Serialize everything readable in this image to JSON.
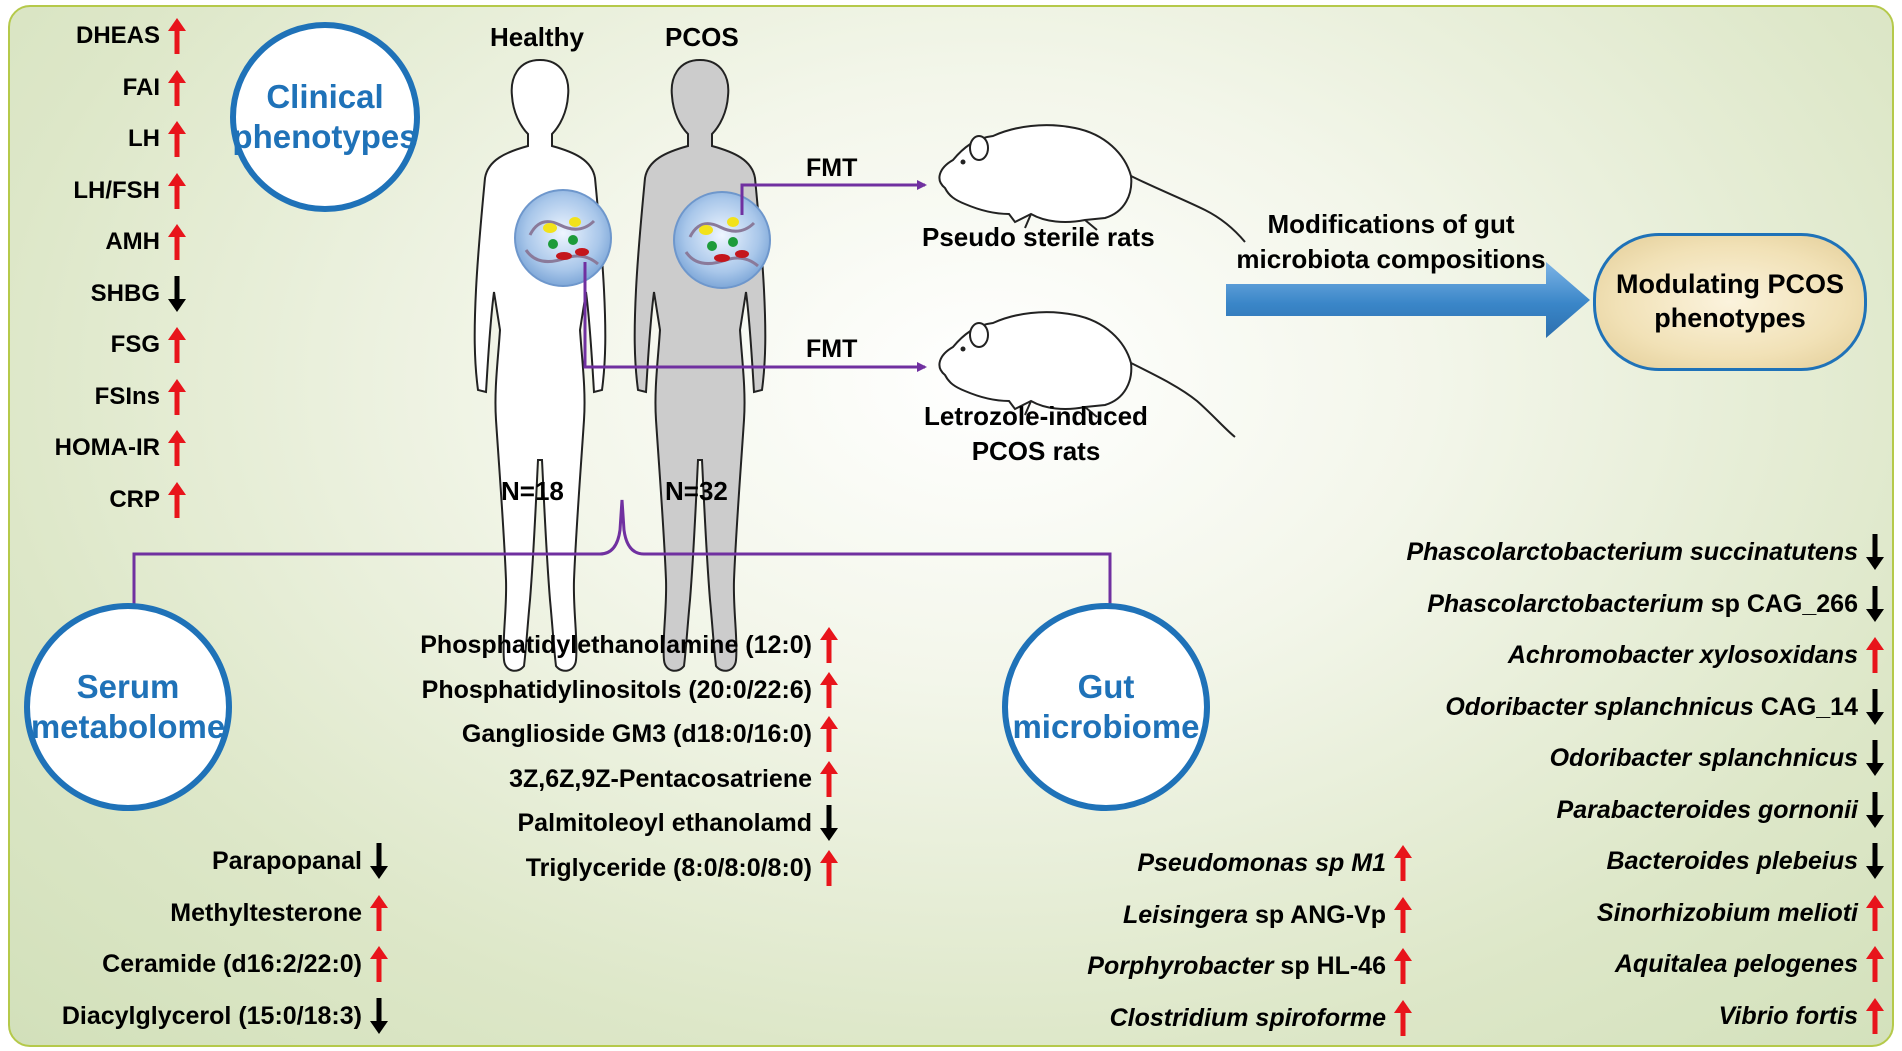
{
  "groups": {
    "healthy": "Healthy",
    "pcos": "PCOS",
    "n_healthy": "N=18",
    "n_pcos": "N=32"
  },
  "circles": {
    "clinical": "Clinical\nphenotypes",
    "serum": "Serum\nmetabolome",
    "gut": "Gut\nmicrobiome"
  },
  "clinical_markers": [
    {
      "label": "DHEAS",
      "dir": "up"
    },
    {
      "label": "FAI",
      "dir": "up"
    },
    {
      "label": "LH",
      "dir": "up"
    },
    {
      "label": "LH/FSH",
      "dir": "up"
    },
    {
      "label": "AMH",
      "dir": "up"
    },
    {
      "label": "SHBG",
      "dir": "down"
    },
    {
      "label": "FSG",
      "dir": "up"
    },
    {
      "label": "FSIns",
      "dir": "up"
    },
    {
      "label": "HOMA-IR",
      "dir": "up"
    },
    {
      "label": "CRP",
      "dir": "up"
    }
  ],
  "fmt": {
    "top_label": "FMT",
    "bottom_label": "FMT",
    "top_target": "Pseudo sterile rats",
    "bottom_target_line1": "Letrozole-induced",
    "bottom_target_line2": "PCOS rats"
  },
  "modification": {
    "line1": "Modifications of gut",
    "line2": "microbiota compositions",
    "result": "Modulating PCOS\nphenotypes"
  },
  "serum_right": [
    {
      "label": "Phosphatidylethanolamine (12:0)",
      "dir": "up"
    },
    {
      "label": "Phosphatidylinositols (20:0/22:6)",
      "dir": "up"
    },
    {
      "label": "Ganglioside GM3 (d18:0/16:0)",
      "dir": "up"
    },
    {
      "label": "3Z,6Z,9Z-Pentacosatriene",
      "dir": "up"
    },
    {
      "label": "Palmitoleoyl ethanolamd",
      "dir": "down"
    },
    {
      "label": "Triglyceride (8:0/8:0/8:0)",
      "dir": "up"
    }
  ],
  "serum_left": [
    {
      "label": "Parapopanal",
      "dir": "down"
    },
    {
      "label": "Methyltesterone",
      "dir": "up"
    },
    {
      "label": "Ceramide (d16:2/22:0)",
      "dir": "up"
    },
    {
      "label": "Diacylglycerol (15:0/18:3)",
      "dir": "down"
    }
  ],
  "gut_middle": [
    {
      "italic": "Pseudomonas sp M1",
      "rest": "",
      "dir": "up"
    },
    {
      "italic": "Leisingera",
      "rest": " sp ANG-Vp",
      "dir": "up"
    },
    {
      "italic": "Porphyrobacter",
      "rest": " sp HL-46",
      "dir": "up"
    },
    {
      "italic": "Clostridium spiroforme",
      "rest": "",
      "dir": "up"
    }
  ],
  "gut_right": [
    {
      "italic": "Phascolarctobacterium succinatutens",
      "rest": "",
      "dir": "down"
    },
    {
      "italic": "Phascolarctobacterium",
      "rest": " sp CAG_266",
      "dir": "down"
    },
    {
      "italic": "Achromobacter xylosoxidans",
      "rest": "",
      "dir": "up"
    },
    {
      "italic": "Odoribacter splanchnicus",
      "rest": " CAG_14",
      "dir": "down"
    },
    {
      "italic": "Odoribacter splanchnicus",
      "rest": "",
      "dir": "down"
    },
    {
      "italic": "Parabacteroides gornonii",
      "rest": "",
      "dir": "down"
    },
    {
      "italic": "Bacteroides plebeius",
      "rest": "",
      "dir": "down"
    },
    {
      "italic": "Sinorhizobium melioti",
      "rest": "",
      "dir": "up"
    },
    {
      "italic": "Aquitalea pelogenes",
      "rest": "",
      "dir": "up"
    },
    {
      "italic": "Vibrio fortis",
      "rest": "",
      "dir": "up"
    }
  ],
  "colors": {
    "up_arrow": "#e8141b",
    "down_arrow": "#000000",
    "circle_border": "#1f72b8",
    "connector": "#7030a0",
    "big_arrow": "#3a86c8",
    "frame_border": "#b5c94a"
  },
  "icons": {
    "up": "arrow-up-icon",
    "down": "arrow-down-icon",
    "human": "human-silhouette-icon",
    "rat": "rat-icon",
    "gut": "gut-microbiota-icon"
  }
}
